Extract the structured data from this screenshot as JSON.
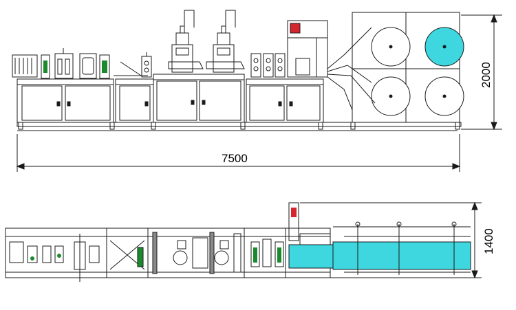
{
  "dimensions": {
    "overall_length": "7500",
    "side_view_height": "2000",
    "top_view_width": "1400"
  },
  "colors": {
    "line": "#1a1a1a",
    "cyan_fill": "#3ed6df",
    "green_fill": "#1b8a2c",
    "red_fill": "#d4262c",
    "grey_fill": "#8a8a8a"
  }
}
